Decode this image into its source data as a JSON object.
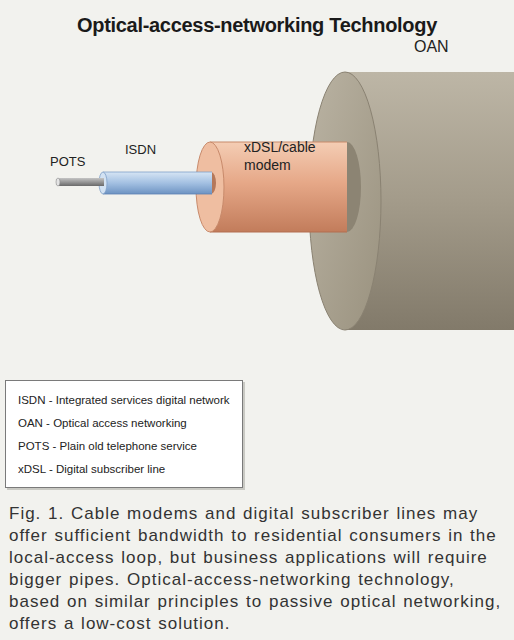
{
  "diagram": {
    "title": "Optical-access-networking Technology",
    "caption": "Fig. 1. Cable modems and digital subscriber lines may offer sufficient bandwidth to residential consumers in the local-access loop, but business applications will require bigger pipes. Optical-access-networking technology, based on similar principles to passive optical networking, offers a low-cost solution.",
    "nodes": [
      {
        "text": [
          "ISDN - Integrated services digital network",
          "OAN - Optical access networking",
          "POTS - Plain old telephone service",
          "xDSL - Digital subscriber line"
        ]
      }
    ],
    "labels": [
      "OAN",
      "xDSL/cable modem",
      "ISDN",
      "POTS"
    ]
  }
}
